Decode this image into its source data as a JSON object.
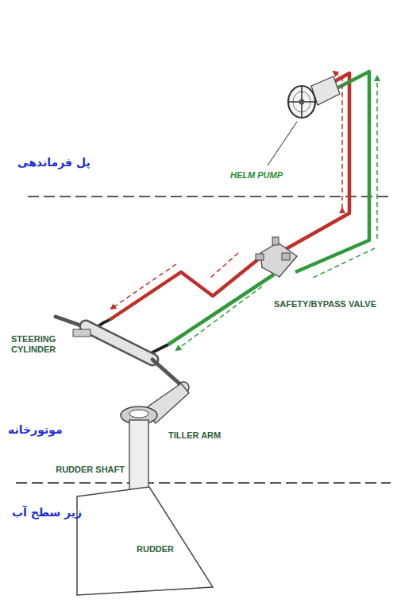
{
  "diagram": {
    "labels": [
      "پل فرماندهی",
      "HELM PUMP",
      "SAFETY/BYPASS VALVE",
      "STEERING CYLINDER",
      "موتورخانه",
      "TILLER ARM",
      "RUDDER SHAFT",
      "زیر سطح آب",
      "RUDDER"
    ]
  }
}
